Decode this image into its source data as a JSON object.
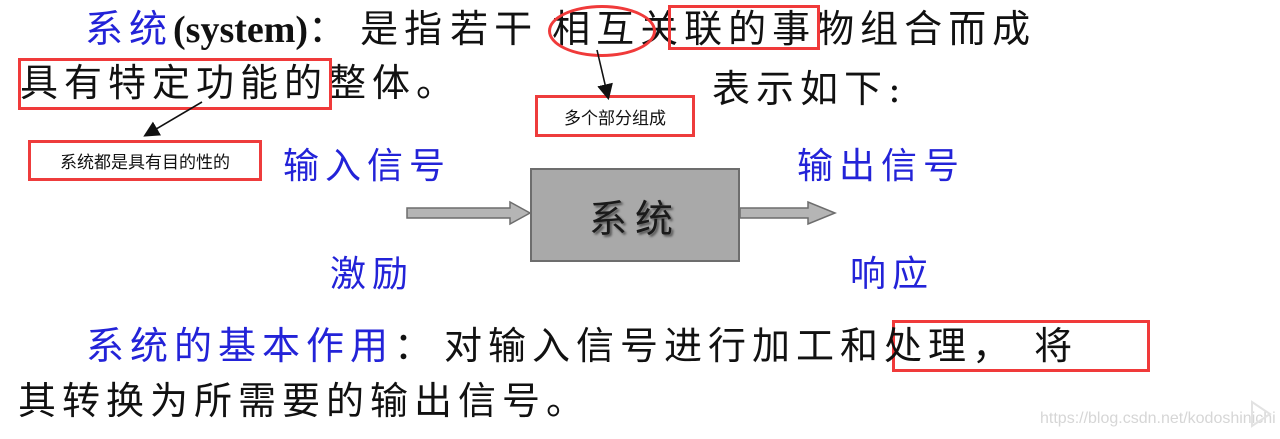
{
  "slide": {
    "definition": {
      "term": "系统",
      "term_latin": "(system)",
      "colon": "：",
      "line1_rest_a": "是指",
      "circled_text": "若干",
      "boxed_text_1": "相互关联",
      "line1_rest_b": "的事物组合而成",
      "boxed_text_2": "具有特定功能",
      "line2_rest": "的整体。",
      "line2_tail": "表示如下:"
    },
    "annotations": {
      "note_several_parts": "多个部分组成",
      "note_purposeful": "系统都是具有目的性的"
    },
    "diagram": {
      "input_label": "输入信号",
      "input_alias": "激励",
      "block_label": "系统",
      "output_label": "输出信号",
      "output_alias": "响应"
    },
    "function": {
      "term": "系统的基本作用",
      "colon": "：",
      "text_a": "对输入信号进行",
      "boxed_text": "加工和处理",
      "text_b": "， 将",
      "line2": "其转换为所需要的输出信号。"
    },
    "watermark": "https://blog.csdn.net/kodoshinichi"
  },
  "colors": {
    "term_blue": "#2323d8",
    "annotation_red": "#f03a3a",
    "block_gray": "#a9a9a9",
    "text": "#111111"
  }
}
